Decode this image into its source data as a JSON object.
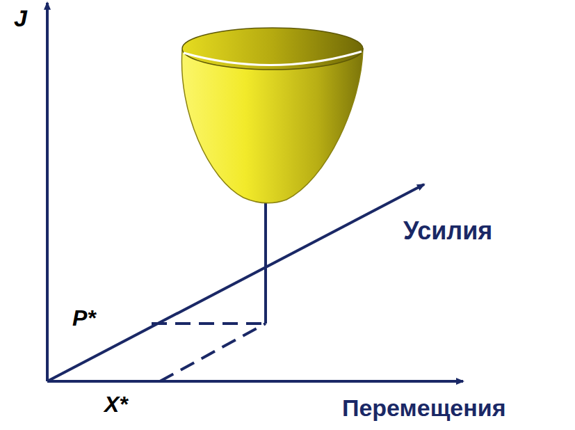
{
  "diagram": {
    "labels": [
      "J",
      "Усилия",
      "P*",
      "X*",
      "Перемещения"
    ]
  }
}
